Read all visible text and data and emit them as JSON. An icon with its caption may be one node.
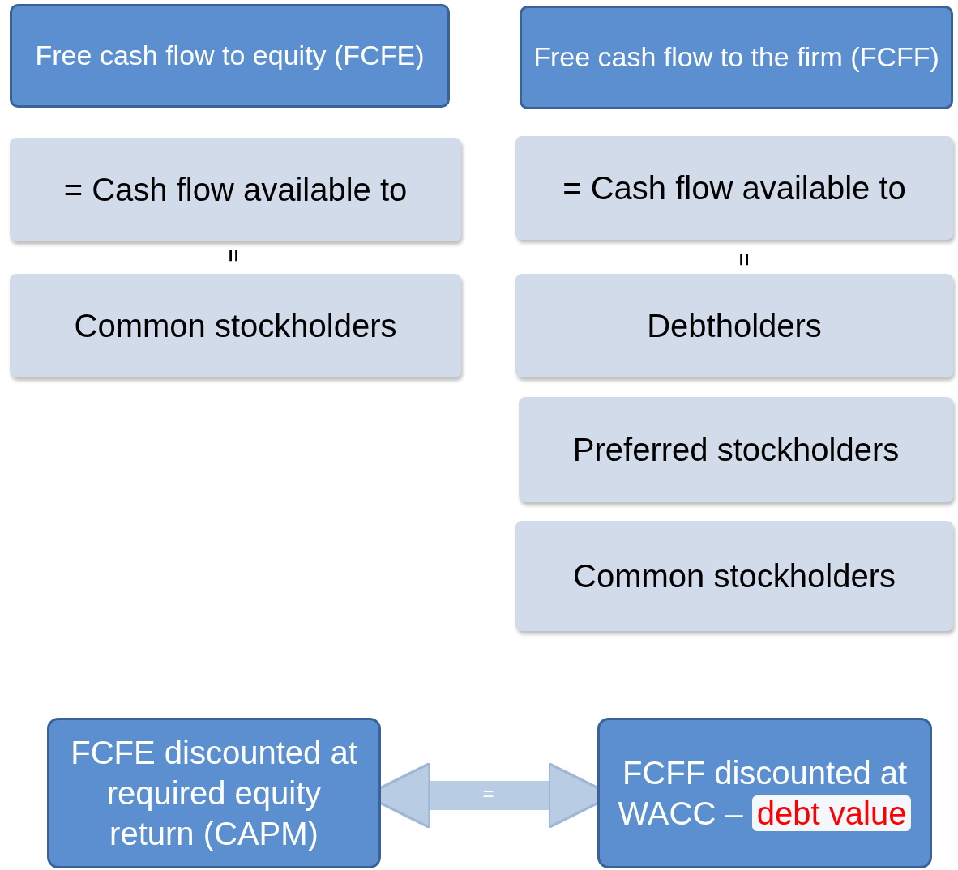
{
  "diagram": {
    "nodes": [
      {
        "text": [
          "Free cash flow to equity (FCFE)"
        ]
      },
      {
        "text": [
          "Free cash flow to the firm (FCFF)"
        ]
      },
      {
        "text": [
          "= Cash flow available to"
        ]
      },
      {
        "text": [
          "= Cash flow available to"
        ]
      },
      {
        "text": [
          "Common stockholders"
        ]
      },
      {
        "text": [
          "Debtholders"
        ]
      },
      {
        "text": [
          "Preferred stockholders"
        ]
      },
      {
        "text": [
          "Common stockholders"
        ]
      },
      {
        "text": [
          "FCFE discounted at required equity return (CAPM)"
        ]
      },
      {
        "text": [
          "FCFF discounted at WACC –",
          "debt value"
        ]
      }
    ],
    "edges": [
      {
        "from": 8,
        "to": 9,
        "arrow": "both",
        "label": "="
      }
    ],
    "labels": [
      "=",
      "="
    ]
  }
}
